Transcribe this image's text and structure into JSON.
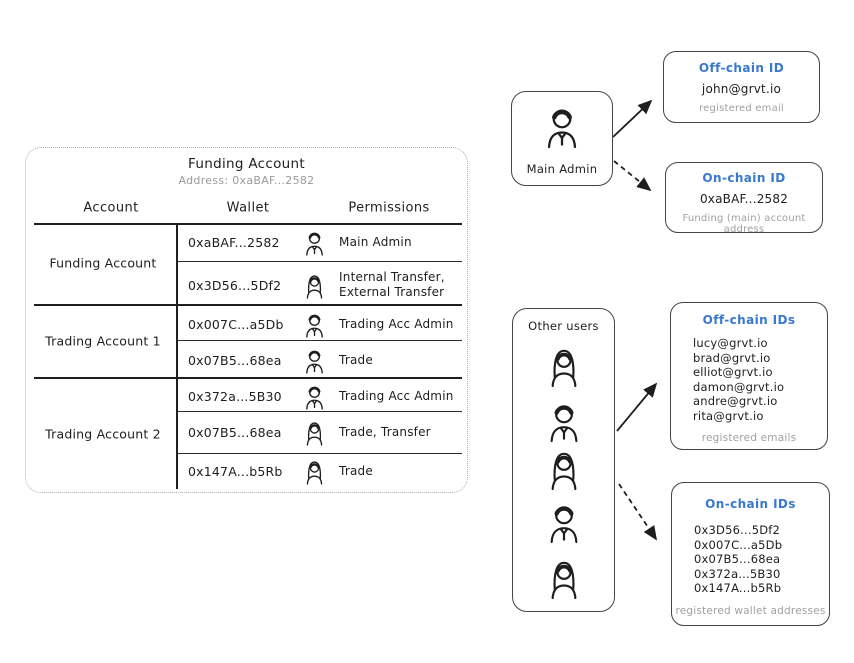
{
  "colors": {
    "accent_blue": "#3878cf",
    "ink": "#1e1e1e",
    "muted": "#9b9b9b"
  },
  "icons": {
    "avatar_man": "man-avatar-icon",
    "avatar_woman": "woman-avatar-icon"
  },
  "table": {
    "title": "Funding Account",
    "subtitle": "Address: 0xaBAF...2582",
    "headers": [
      "Account",
      "Wallet",
      "Permissions"
    ],
    "groups": [
      {
        "account": "Funding Account",
        "rows": [
          {
            "wallet": "0xaBAF...2582",
            "permissions": "Main Admin"
          },
          {
            "wallet": "0x3D56...5Df2",
            "permissions": "Internal Transfer, External Transfer"
          }
        ]
      },
      {
        "account": "Trading Account 1",
        "rows": [
          {
            "wallet": "0x007C...a5Db",
            "permissions": "Trading Acc Admin"
          },
          {
            "wallet": "0x07B5...68ea",
            "permissions": "Trade"
          }
        ]
      },
      {
        "account": "Trading Account 2",
        "rows": [
          {
            "wallet": "0x372a...5B30",
            "permissions": "Trading Acc Admin"
          },
          {
            "wallet": "0x07B5...68ea",
            "permissions": "Trade, Transfer"
          },
          {
            "wallet": "0x147A...b5Rb",
            "permissions": "Trade"
          }
        ]
      }
    ]
  },
  "main_admin": {
    "label": "Main Admin"
  },
  "offchain_id": {
    "title": "Off-chain ID",
    "value": "john@grvt.io",
    "note": "registered email"
  },
  "onchain_id": {
    "title": "On-chain ID",
    "value": "0xaBAF...2582",
    "note": "Funding (main) account address"
  },
  "other_users": {
    "label": "Other users"
  },
  "offchain_ids": {
    "title": "Off-chain IDs",
    "emails": [
      "lucy@grvt.io",
      "brad@grvt.io",
      "elliot@grvt.io",
      "damon@grvt.io",
      "andre@grvt.io",
      "rita@grvt.io"
    ],
    "note": "registered emails"
  },
  "onchain_ids": {
    "title": "On-chain IDs",
    "addresses": [
      "0x3D56...5Df2",
      "0x007C...a5Db",
      "0x07B5...68ea",
      "0x372a...5B30",
      "0x147A...b5Rb"
    ],
    "note": "registered wallet addresses"
  }
}
